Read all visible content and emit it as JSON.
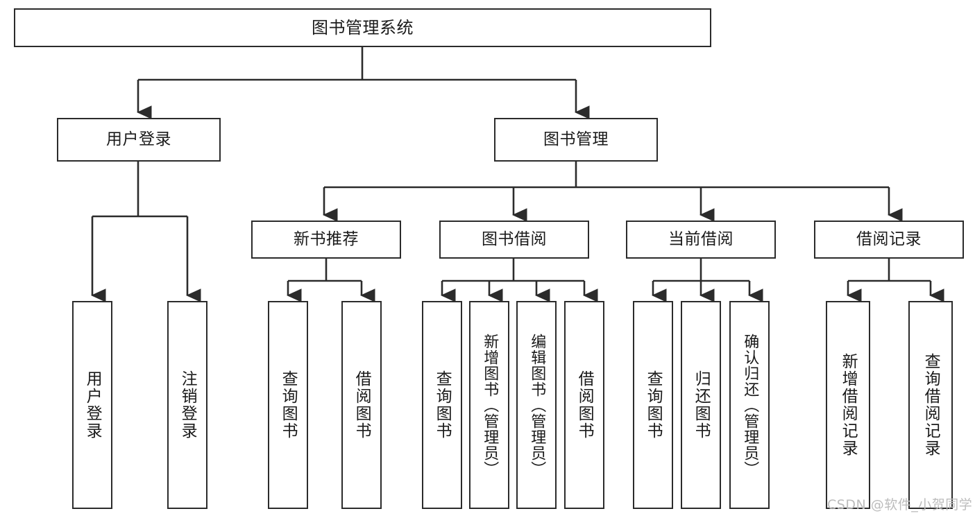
{
  "diagram": {
    "title": "图书管理系统",
    "type": "hierarchy-tree",
    "colors": {
      "box_border": "#2b2b2b",
      "box_fill": "#ffffff",
      "line": "#2b2b2b",
      "text": "#1a1a1a",
      "watermark": "#bcbcbc"
    },
    "levels": {
      "root": {
        "label": "图书管理系统"
      },
      "level2": [
        {
          "label": "用户登录"
        },
        {
          "label": "图书管理"
        }
      ],
      "level3": [
        {
          "label": "新书推荐"
        },
        {
          "label": "图书借阅"
        },
        {
          "label": "当前借阅"
        },
        {
          "label": "借阅记录"
        }
      ],
      "leaves": {
        "user_login": [
          {
            "label": "用户登录"
          },
          {
            "label": "注销登录"
          }
        ],
        "new_book_recommend": [
          {
            "label": "查询图书"
          },
          {
            "label": "借阅图书"
          }
        ],
        "book_borrow": [
          {
            "label": "查询图书"
          },
          {
            "label": "新增图书（管理员）"
          },
          {
            "label": "编辑图书（管理员）"
          },
          {
            "label": "借阅图书"
          }
        ],
        "current_borrow": [
          {
            "label": "查询图书"
          },
          {
            "label": "归还图书"
          },
          {
            "label": "确认归还（管理员）"
          }
        ],
        "borrow_records": [
          {
            "label": "新增借阅记录"
          },
          {
            "label": "查询借阅记录"
          }
        ]
      }
    }
  },
  "watermark": {
    "text": "CSDN @软件_小贺同学"
  }
}
